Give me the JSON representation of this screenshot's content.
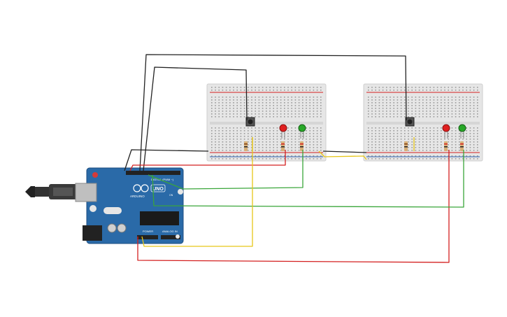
{
  "board": {
    "brand": "ARDUINO",
    "model": "UNO",
    "digital_label": "DIGITAL (PWM ~)",
    "power_label": "POWER",
    "analog_label": "ANALOG IN",
    "on_label": "ON"
  },
  "colors": {
    "board": "#2a6aa8",
    "breadboard": "#e6e6e6",
    "wire_black": "#222222",
    "wire_red": "#d42020",
    "wire_green": "#3aa63a",
    "wire_yellow": "#e6c619",
    "led_red": "#e02020",
    "led_green": "#28a828"
  },
  "components": {
    "breadboards": 2,
    "pushbuttons": 2,
    "leds": [
      "red",
      "green",
      "red",
      "green"
    ],
    "resistors": 6
  }
}
